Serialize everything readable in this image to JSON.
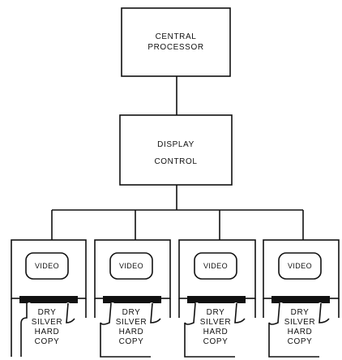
{
  "blocks": {
    "central_processor": {
      "line1": "CENTRAL",
      "line2": "PROCESSOR"
    },
    "display_control": {
      "line1": "DISPLAY",
      "line2": "CONTROL"
    }
  },
  "terminals": [
    {
      "screen_label": "VIDEO",
      "copy_lines": [
        "DRY",
        "SILVER",
        "HARD",
        "COPY"
      ]
    },
    {
      "screen_label": "VIDEO",
      "copy_lines": [
        "DRY",
        "SILVER",
        "HARD",
        "COPY"
      ]
    },
    {
      "screen_label": "VIDEO",
      "copy_lines": [
        "DRY",
        "SILVER",
        "HARD",
        "COPY"
      ]
    },
    {
      "screen_label": "VIDEO",
      "copy_lines": [
        "DRY",
        "SILVER",
        "HARD",
        "COPY"
      ]
    }
  ]
}
